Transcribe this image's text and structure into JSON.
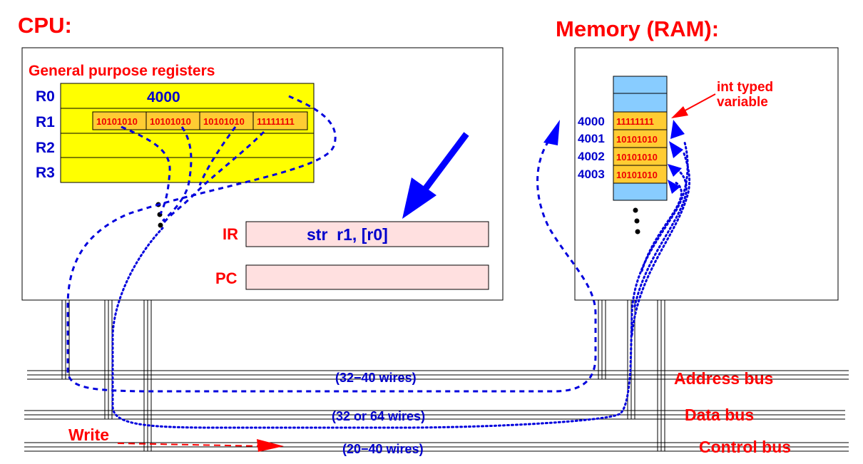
{
  "cpu": {
    "title": "CPU:",
    "gpr_title": "General purpose registers",
    "registers": [
      {
        "name": "R0",
        "value": "4000"
      },
      {
        "name": "R1",
        "bytes": [
          "10101010",
          "10101010",
          "10101010",
          "11111111"
        ]
      },
      {
        "name": "R2",
        "value": ""
      },
      {
        "name": "R3",
        "value": ""
      }
    ],
    "ir": {
      "label": "IR",
      "value": "str  r1, [r0]"
    },
    "pc": {
      "label": "PC",
      "value": ""
    }
  },
  "memory": {
    "title": "Memory (RAM):",
    "annotation_line1": "int typed",
    "annotation_line2": "variable",
    "cells": [
      {
        "address": "4000",
        "value": "11111111"
      },
      {
        "address": "4001",
        "value": "10101010"
      },
      {
        "address": "4002",
        "value": "10101010"
      },
      {
        "address": "4003",
        "value": "10101010"
      }
    ]
  },
  "buses": {
    "address": {
      "label": "Address bus",
      "wires": "(32−40 wires)"
    },
    "data": {
      "label": "Data bus",
      "wires": "(32 or 64 wires)"
    },
    "control": {
      "label": "Control bus",
      "wires": "(20−40 wires)"
    }
  },
  "signal": {
    "write_label": "Write"
  },
  "colors": {
    "title_red": "#ff0000",
    "register_yellow": "#ffff00",
    "instruction_pink": "#ffe0e0",
    "memory_blue": "#88ccff",
    "memory_cell_orange": "#ffcc33",
    "arrow_blue": "#0000ff"
  }
}
